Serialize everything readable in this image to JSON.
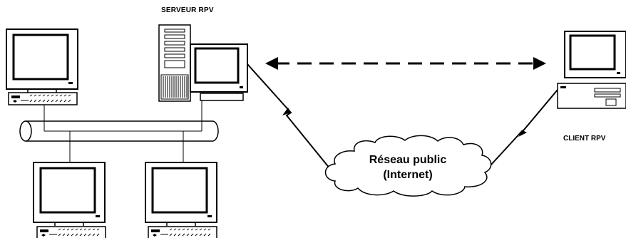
{
  "labels": {
    "server": "SERVEUR RPV",
    "client": "CLIENT RPV",
    "cloud_line1": "Réseau public",
    "cloud_line2": "(Internet)"
  },
  "icons": {
    "workstations": [
      "desktop-computer-icon",
      "desktop-computer-icon",
      "desktop-computer-icon"
    ],
    "server": "tower-server-icon",
    "client": "desktop-computer-icon",
    "network": "cloud-icon",
    "links": [
      "lightning-link-icon",
      "dashed-double-arrow-icon"
    ]
  },
  "colors": {
    "stroke": "#000000",
    "fill": "#ffffff"
  }
}
